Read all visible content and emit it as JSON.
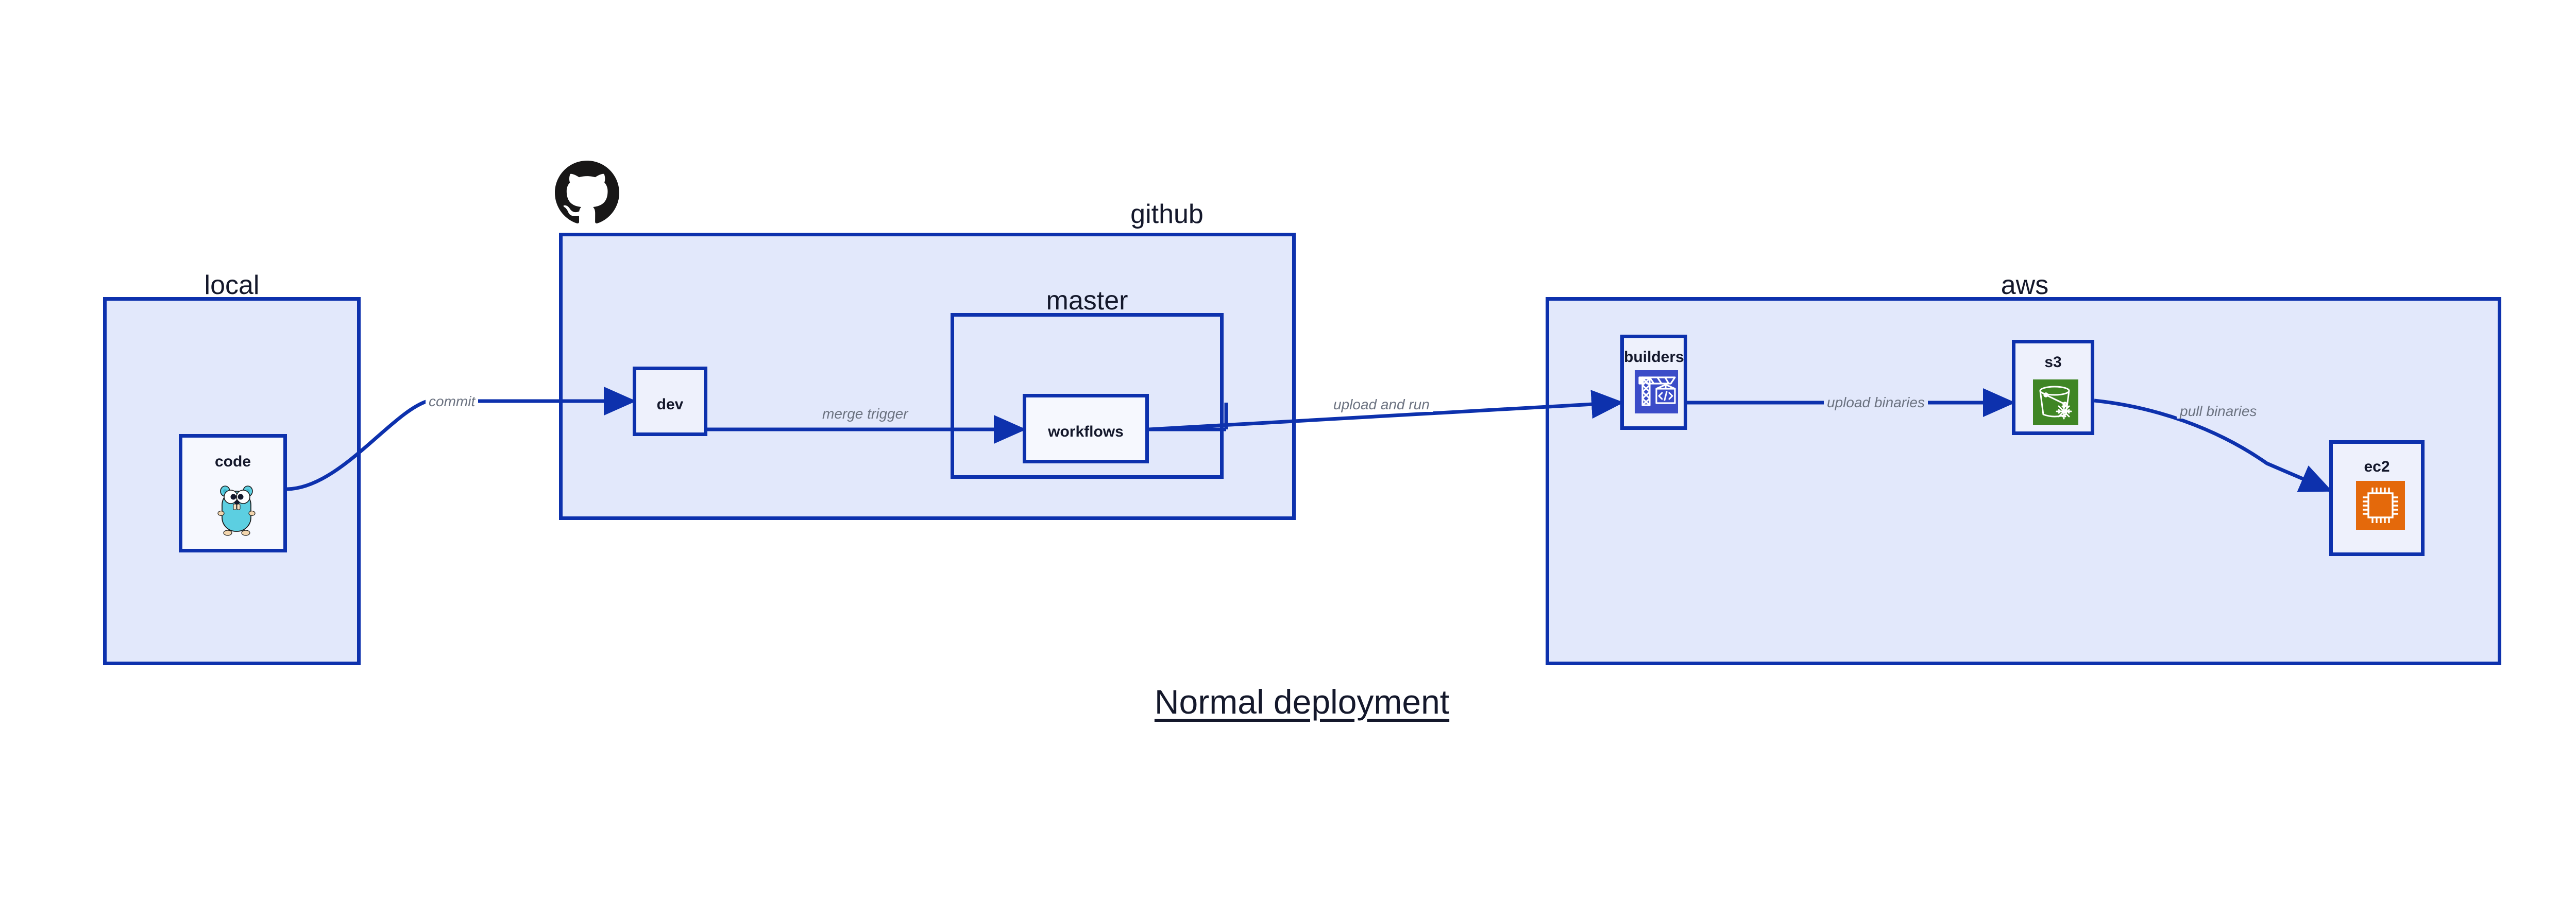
{
  "diagram": {
    "title": "Normal deployment",
    "title_color": "#14182b",
    "accent_color": "#0d31ad",
    "group_fill": "#e2e8fb",
    "node_fill": "#eef1fc",
    "edge_label_color": "#6b7280",
    "background": "#ffffff"
  },
  "groups": [
    {
      "id": "local",
      "label": "local"
    },
    {
      "id": "github",
      "label": "github"
    },
    {
      "id": "master",
      "label": "master"
    },
    {
      "id": "aws",
      "label": "aws"
    }
  ],
  "nodes": [
    {
      "id": "code",
      "label": "code",
      "icon": "go-gopher-icon",
      "icon_color": "#5ccfe1"
    },
    {
      "id": "dev",
      "label": "dev",
      "icon": "none",
      "icon_color": ""
    },
    {
      "id": "workflows",
      "label": "workflows",
      "icon": "none",
      "icon_color": ""
    },
    {
      "id": "builders",
      "label": "builders",
      "icon": "crane-code-icon",
      "icon_color": "#3b4cc8"
    },
    {
      "id": "s3",
      "label": "s3",
      "icon": "s3-glacier-bucket-icon",
      "icon_color": "#3f8624"
    },
    {
      "id": "ec2",
      "label": "ec2",
      "icon": "cpu-chip-icon",
      "icon_color": "#e4690b"
    }
  ],
  "edges": [
    {
      "id": "commit",
      "label": "commit",
      "from": "code",
      "to": "dev"
    },
    {
      "id": "merge-trigger",
      "label": "merge trigger",
      "from": "dev",
      "to": "workflows"
    },
    {
      "id": "upload-and-run",
      "label": "upload and run",
      "from": "workflows",
      "to": "builders"
    },
    {
      "id": "upload-binaries",
      "label": "upload binaries",
      "from": "builders",
      "to": "s3"
    },
    {
      "id": "pull-binaries",
      "label": "pull binaries",
      "from": "s3",
      "to": "ec2"
    }
  ],
  "logos": [
    {
      "id": "github-logo",
      "name": "github-octocat-icon",
      "color": "#181717"
    }
  ]
}
